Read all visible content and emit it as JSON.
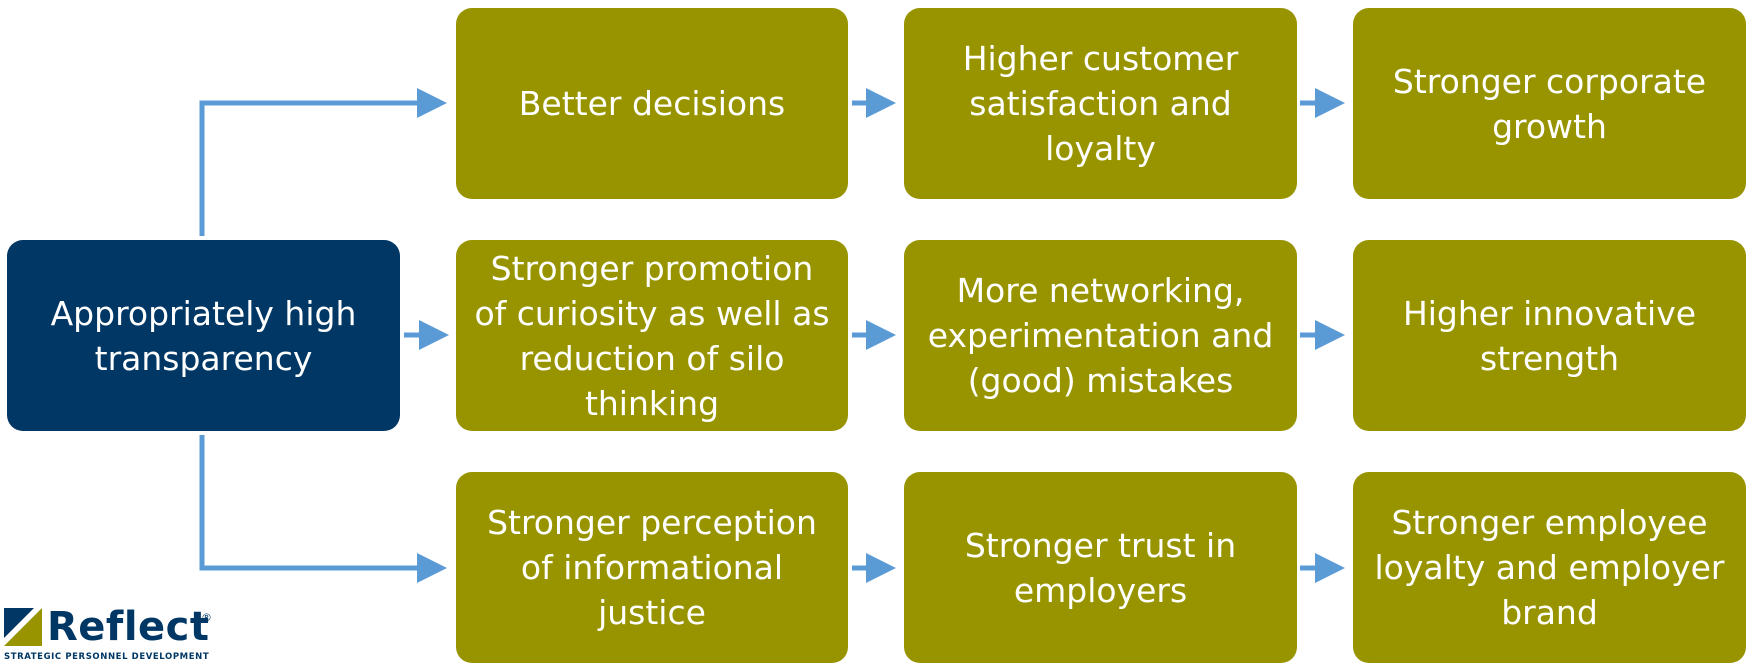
{
  "colors": {
    "root_fill": "#003764",
    "step_fill": "#989400",
    "arrow": "#5b9bd5",
    "text": "#ffffff",
    "logo": "#003764",
    "logo_accent": "#989400"
  },
  "root": {
    "label": "Appropriately high transparency"
  },
  "rows": [
    {
      "steps": [
        "Better decisions",
        "Higher customer satisfaction and loyalty",
        "Stronger corporate growth"
      ]
    },
    {
      "steps": [
        "Stronger promotion of curiosity as well as reduction of silo thinking",
        "More networking, experimentation and (good) mistakes",
        "Higher innovative strength"
      ]
    },
    {
      "steps": [
        "Stronger perception of informational justice",
        "Stronger trust in employers",
        "Stronger employee loyalty and employer brand"
      ]
    }
  ],
  "logo": {
    "name": "Reflect",
    "registered": "®",
    "tagline": "STRATEGIC PERSONNEL DEVELOPMENT"
  }
}
